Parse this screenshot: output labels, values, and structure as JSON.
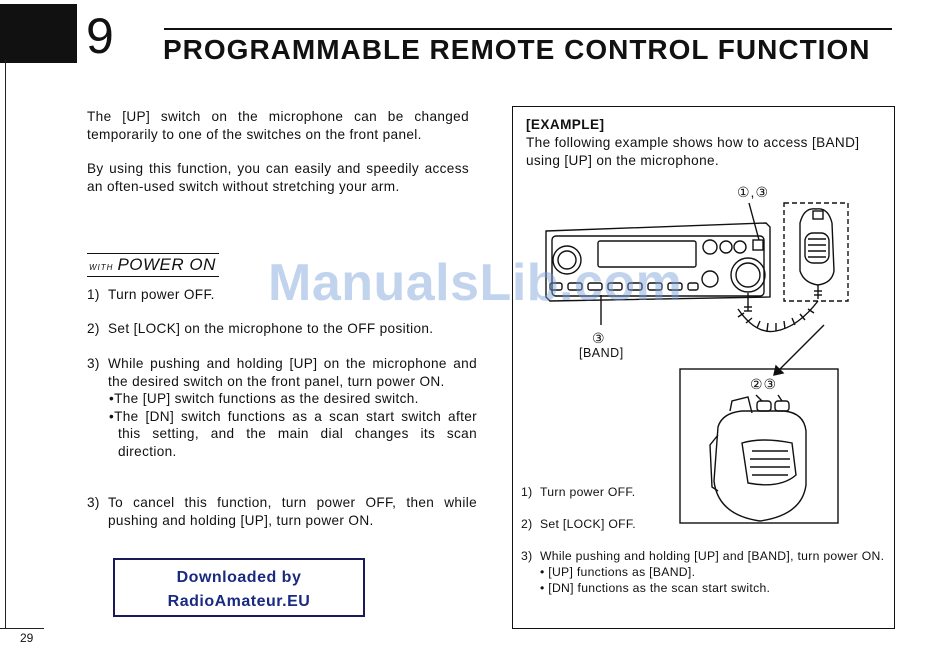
{
  "chapter": {
    "number": "9",
    "title": "PROGRAMMABLE REMOTE CONTROL FUNCTION"
  },
  "intro": {
    "p1": "The [UP] switch on the microphone can be changed temporarily to one of the switches on the front panel.",
    "p2": "By using this function, you can easily and speedily access an often-used switch without stretching your arm."
  },
  "section": {
    "with_small": "WITH",
    "with_big": "POWER ON"
  },
  "steps": [
    {
      "num": "1)",
      "text": "Turn power OFF."
    },
    {
      "num": "2)",
      "text": "Set [LOCK] on the microphone to the OFF position."
    },
    {
      "num": "3)",
      "text": "While pushing and holding [UP] on the microphone and the desired switch on the front panel, turn power ON.",
      "bullets": [
        "•The [UP] switch functions as the desired switch.",
        "•The [DN] switch functions as a scan start switch after this setting, and the main dial changes its scan direction."
      ]
    },
    {
      "num": "3)",
      "text": "To cancel this function, turn power OFF, then while pushing and holding [UP], turn power ON."
    }
  ],
  "watermark": "ManualsLib.com",
  "download": {
    "line1": "Downloaded by",
    "line2": "RadioAmateur.EU"
  },
  "page_number": "29",
  "example": {
    "label": "[EXAMPLE]",
    "description": "The following example shows how to access [BAND] using [UP] on the microphone.",
    "callout_top": "①,③",
    "callout_band_num": "③",
    "band_label": "[BAND]",
    "callout_mic": "②③",
    "steps": [
      {
        "num": "1)",
        "text": "Turn power OFF."
      },
      {
        "num": "2)",
        "text": "Set [LOCK] OFF."
      },
      {
        "num": "3)",
        "text": "While pushing and holding [UP] and [BAND], turn power ON.",
        "bullets": [
          "• [UP] functions as [BAND].",
          "• [DN] functions as the scan start switch."
        ]
      }
    ]
  }
}
